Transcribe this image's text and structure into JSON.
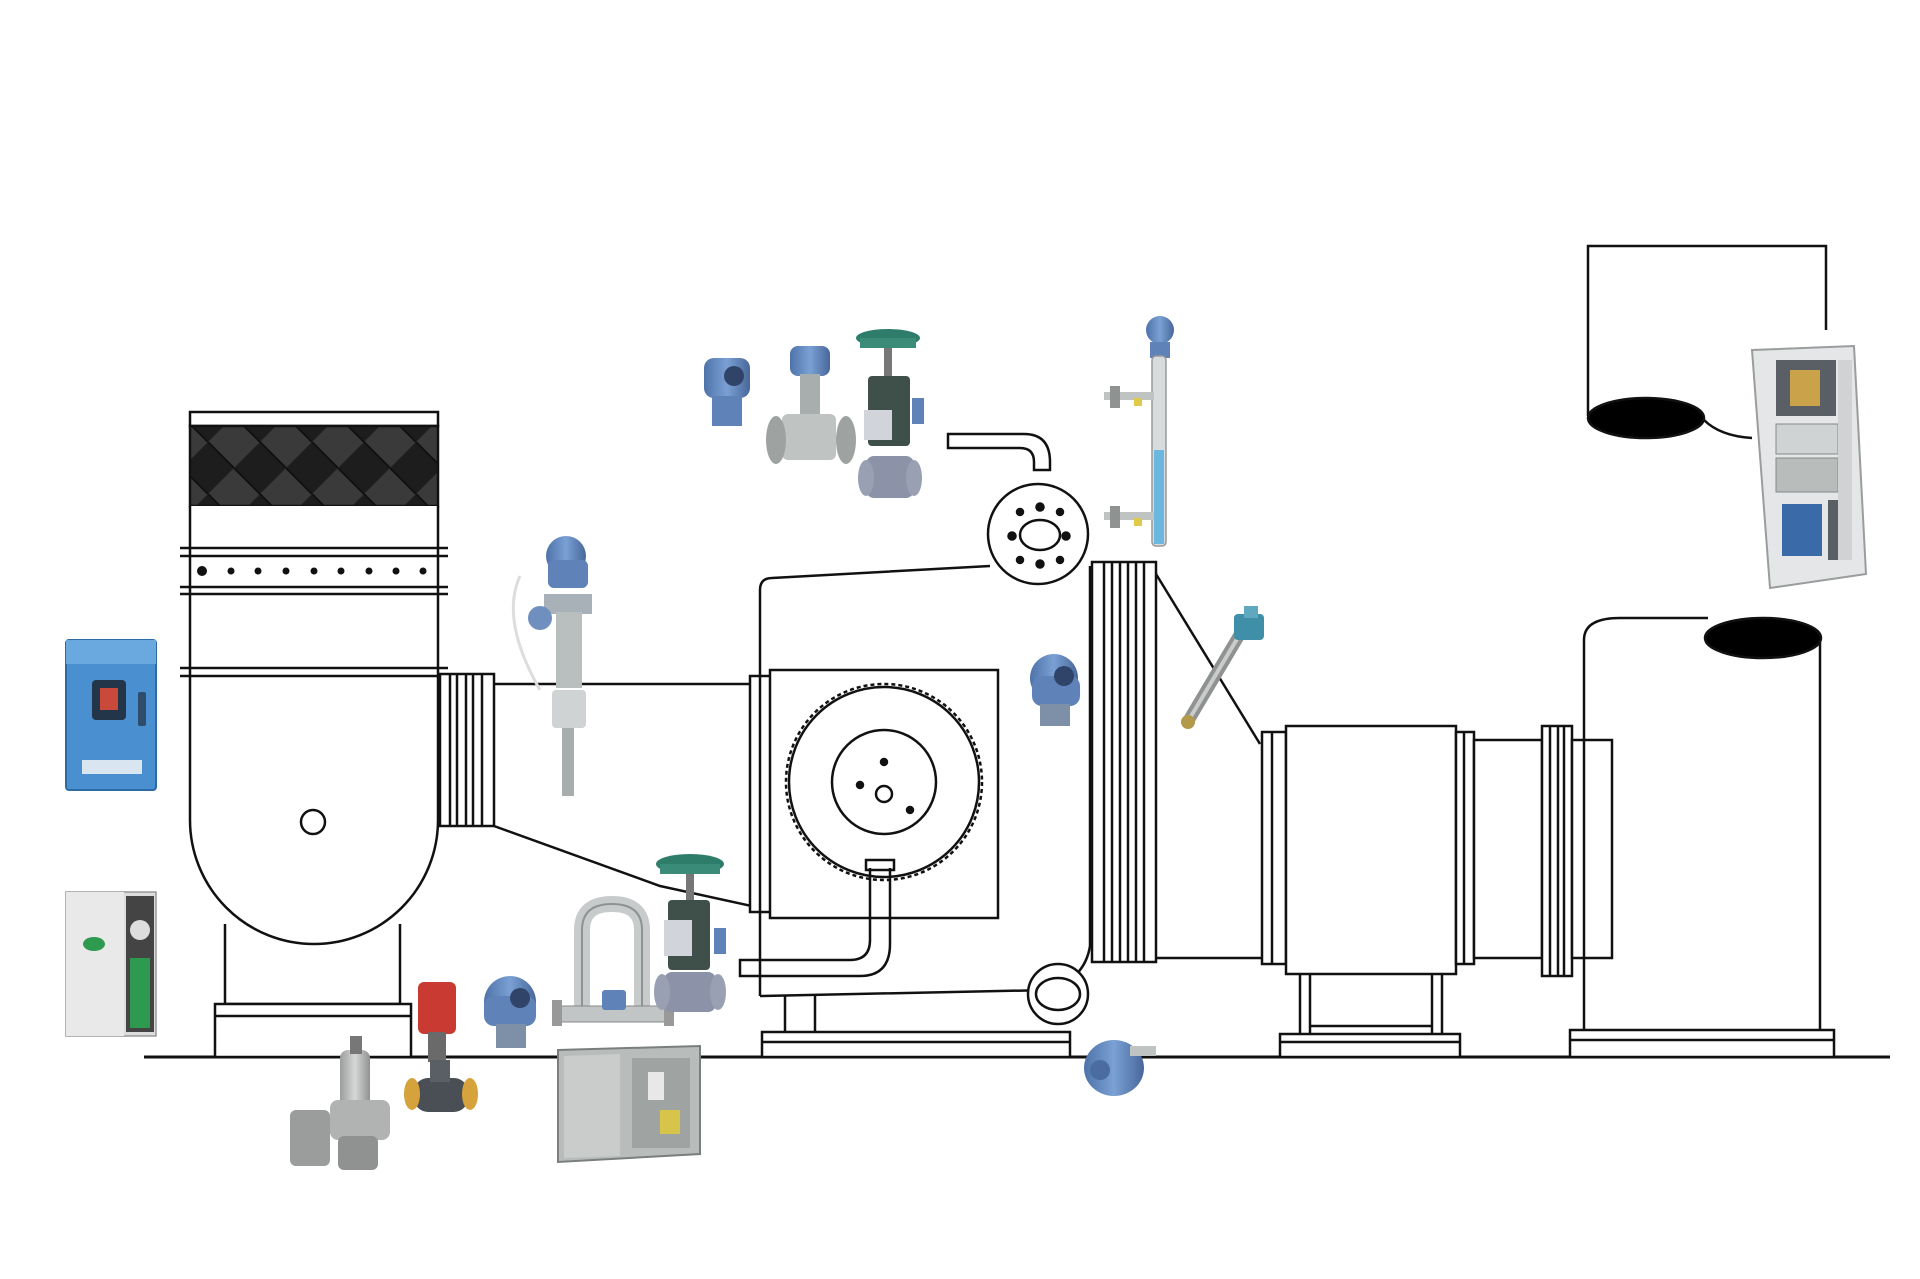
{
  "diagram": {
    "title": "",
    "background": "#ffffff",
    "colors": {
      "line": "#111111",
      "filter_mesh": "#1b1b1b",
      "transmitter_blue": "#5f83b8",
      "transmitter_dark": "#4a6ca0",
      "drive_blue": "#4a8fd0",
      "valve_gray": "#8c93a8",
      "actuator_dark": "#3f4f4a",
      "stack_black": "#000000",
      "panel_steel": "#bfc3c2",
      "cabinet_white": "#e4e6e8",
      "red_actuator": "#c83a32",
      "green_accent": "#2e9a4f",
      "level_blue": "#6ab8e0"
    }
  },
  "equipment": [
    "air-intake-filter-house",
    "inlet-duct-with-expansion-joint",
    "centrifugal-blower-with-motor",
    "inlet-steam-drum",
    "outlet-expansion-joint",
    "heat-recovery-section",
    "exhaust-stack",
    "gas-analyzer-stack"
  ],
  "instruments": [
    "motor-starter-panel-icon",
    "variable-frequency-drive-icon",
    "pressure-regulator-icon",
    "red-actuated-valve-icon",
    "pressure-transmitter-icon",
    "coriolis-flowmeter-icon",
    "field-panel-enclosure-icon",
    "control-valve-icon",
    "multivariable-transmitter-icon",
    "vortex-flowmeter-icon",
    "top-control-valve-icon",
    "magnetic-level-gauge-icon",
    "gas-probe-analyzer-icon",
    "analyzer-cabinet-icon",
    "temperature-transmitter-icon"
  ]
}
